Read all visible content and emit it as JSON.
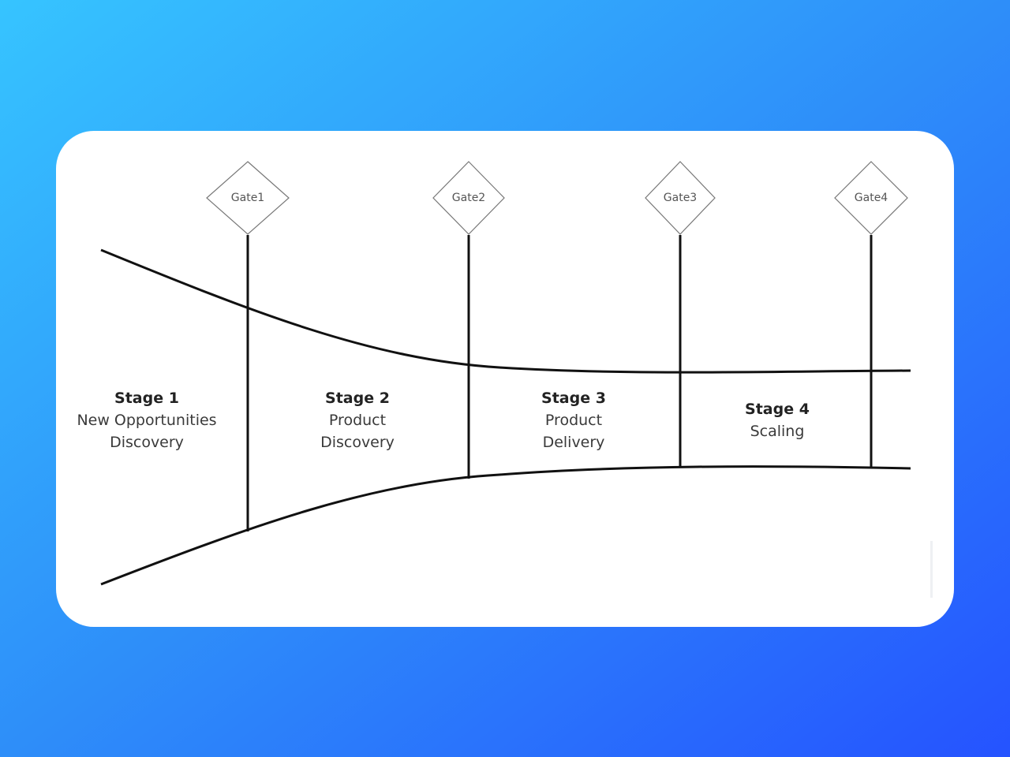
{
  "colors": {
    "background_start": "#36c4ff",
    "background_mid": "#2e8ef9",
    "background_end": "#2553ff",
    "card": "#ffffff",
    "stroke": "#111111",
    "gate_border": "#777777",
    "gate_text": "#555555"
  },
  "gates": [
    {
      "label": "Gate1"
    },
    {
      "label": "Gate2"
    },
    {
      "label": "Gate3"
    },
    {
      "label": "Gate4"
    }
  ],
  "stages": [
    {
      "title": "Stage 1",
      "line1": "New Opportunities",
      "line2": "Discovery"
    },
    {
      "title": "Stage 2",
      "line1": "Product",
      "line2": "Discovery"
    },
    {
      "title": "Stage 3",
      "line1": "Product",
      "line2": "Delivery"
    },
    {
      "title": "Stage 4",
      "line1": "Scaling",
      "line2": ""
    }
  ]
}
